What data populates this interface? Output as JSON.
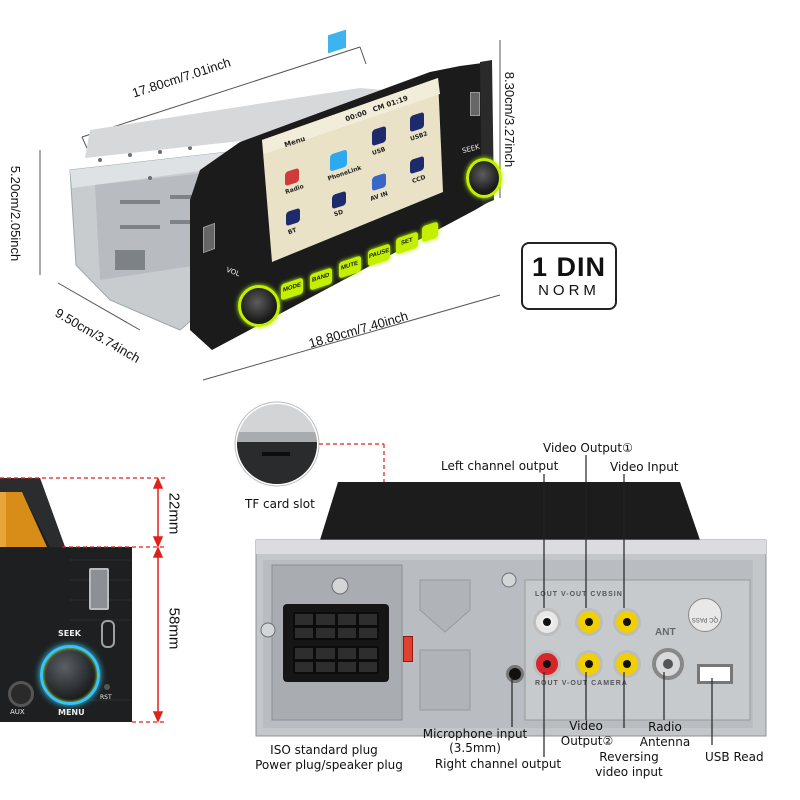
{
  "dimensions": {
    "top_length": "17.80cm/7.01inch",
    "front_height": "8.30cm/3.27inch",
    "body_height": "5.20cm/2.05inch",
    "depth": "9.50cm/3.74inch",
    "front_length": "18.80cm/7.40inch"
  },
  "badge": {
    "main": "1 DIN",
    "sub": "NORM"
  },
  "screen": {
    "menu": "Menu",
    "apps": [
      {
        "name": "phonelink-icon",
        "label": "PhoneLink"
      },
      {
        "name": "usb-icon",
        "label": "USB"
      },
      {
        "name": "usb2-icon",
        "label": "USB2"
      },
      {
        "name": "radio-icon",
        "label": "Radio"
      },
      {
        "name": "bt-icon",
        "label": "BT"
      },
      {
        "name": "sd-icon",
        "label": "SD"
      },
      {
        "name": "avin-icon",
        "label": "AV IN"
      },
      {
        "name": "ccd-icon",
        "label": "CCD"
      }
    ],
    "status_time": "00:00",
    "status_freq": "CM 01:19"
  },
  "buttons": [
    "MODE",
    "BAND",
    "MUTE",
    "PAUSE",
    "SET"
  ],
  "knob_labels": {
    "left": "VOL",
    "right": "SEEK"
  },
  "detail": {
    "top_gap": "22mm",
    "panel_height": "58mm",
    "seek": "SEEK",
    "menu": "MENU",
    "aux": "AUX",
    "rst": "RST"
  },
  "rear": {
    "tf_card_slot": "TF card slot",
    "video_output_1": "Video Output①",
    "left_channel_output": "Left channel output",
    "video_input": "Video Input",
    "iso_plug": "ISO standard plug",
    "power_speaker_plug": "Power plug/speaker plug",
    "microphone_input": "Microphone input",
    "microphone_size": "(3.5mm)",
    "right_channel_output": "Right channel output",
    "video_output_2_line1": "Video",
    "video_output_2_line2": "Output②",
    "reversing_line1": "Reversing",
    "reversing_line2": "video input",
    "radio_antenna_line1": "Radio",
    "radio_antenna_line2": "Antenna",
    "usb_read": "USB Read",
    "panel_header": "LOUT V-OUT CVBSIN",
    "panel_footer": "ROUT V-OUT CAMERA",
    "ant": "ANT",
    "qc": "QC PASS"
  },
  "colors": {
    "accent_green": "#c4f000",
    "screen_bg": "#e9e2c7",
    "dim_line": "#555555",
    "red_line": "#e0201b"
  }
}
